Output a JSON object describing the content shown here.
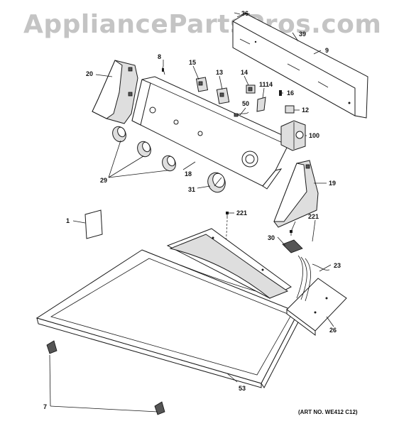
{
  "watermark": "AppliancePartsPros.com",
  "art_number": "(ART NO. WE412 C12)",
  "callouts": {
    "c1": "1",
    "c7": "7",
    "c8": "8",
    "c9": "9",
    "c12": "12",
    "c13": "13",
    "c14": "14",
    "c15": "15",
    "c16": "16",
    "c18": "18",
    "c19": "19",
    "c20": "20",
    "c23": "23",
    "c26": "26",
    "c29": "29",
    "c30": "30",
    "c31": "31",
    "c36": "36",
    "c39": "39",
    "c50": "50",
    "c53": "53",
    "c100": "100",
    "c1114": "1114",
    "c221a": "221",
    "c221b": "221"
  }
}
